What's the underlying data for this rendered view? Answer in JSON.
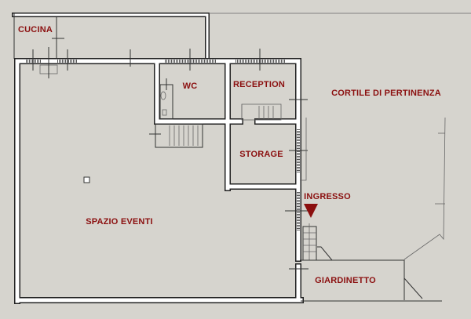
{
  "rooms": {
    "cucina": "CUCINA",
    "wc": "WC",
    "reception": "RECEPTION",
    "storage": "STORAGE",
    "spazio_eventi": "SPAZIO EVENTI",
    "cortile": "CORTILE DI PERTINENZA",
    "ingresso": "INGRESSO",
    "giardinetto": "GIARDINETTO"
  },
  "colors": {
    "label": "#8b0f0f",
    "background": "#d6d4ce",
    "wall": "#ffffff"
  }
}
